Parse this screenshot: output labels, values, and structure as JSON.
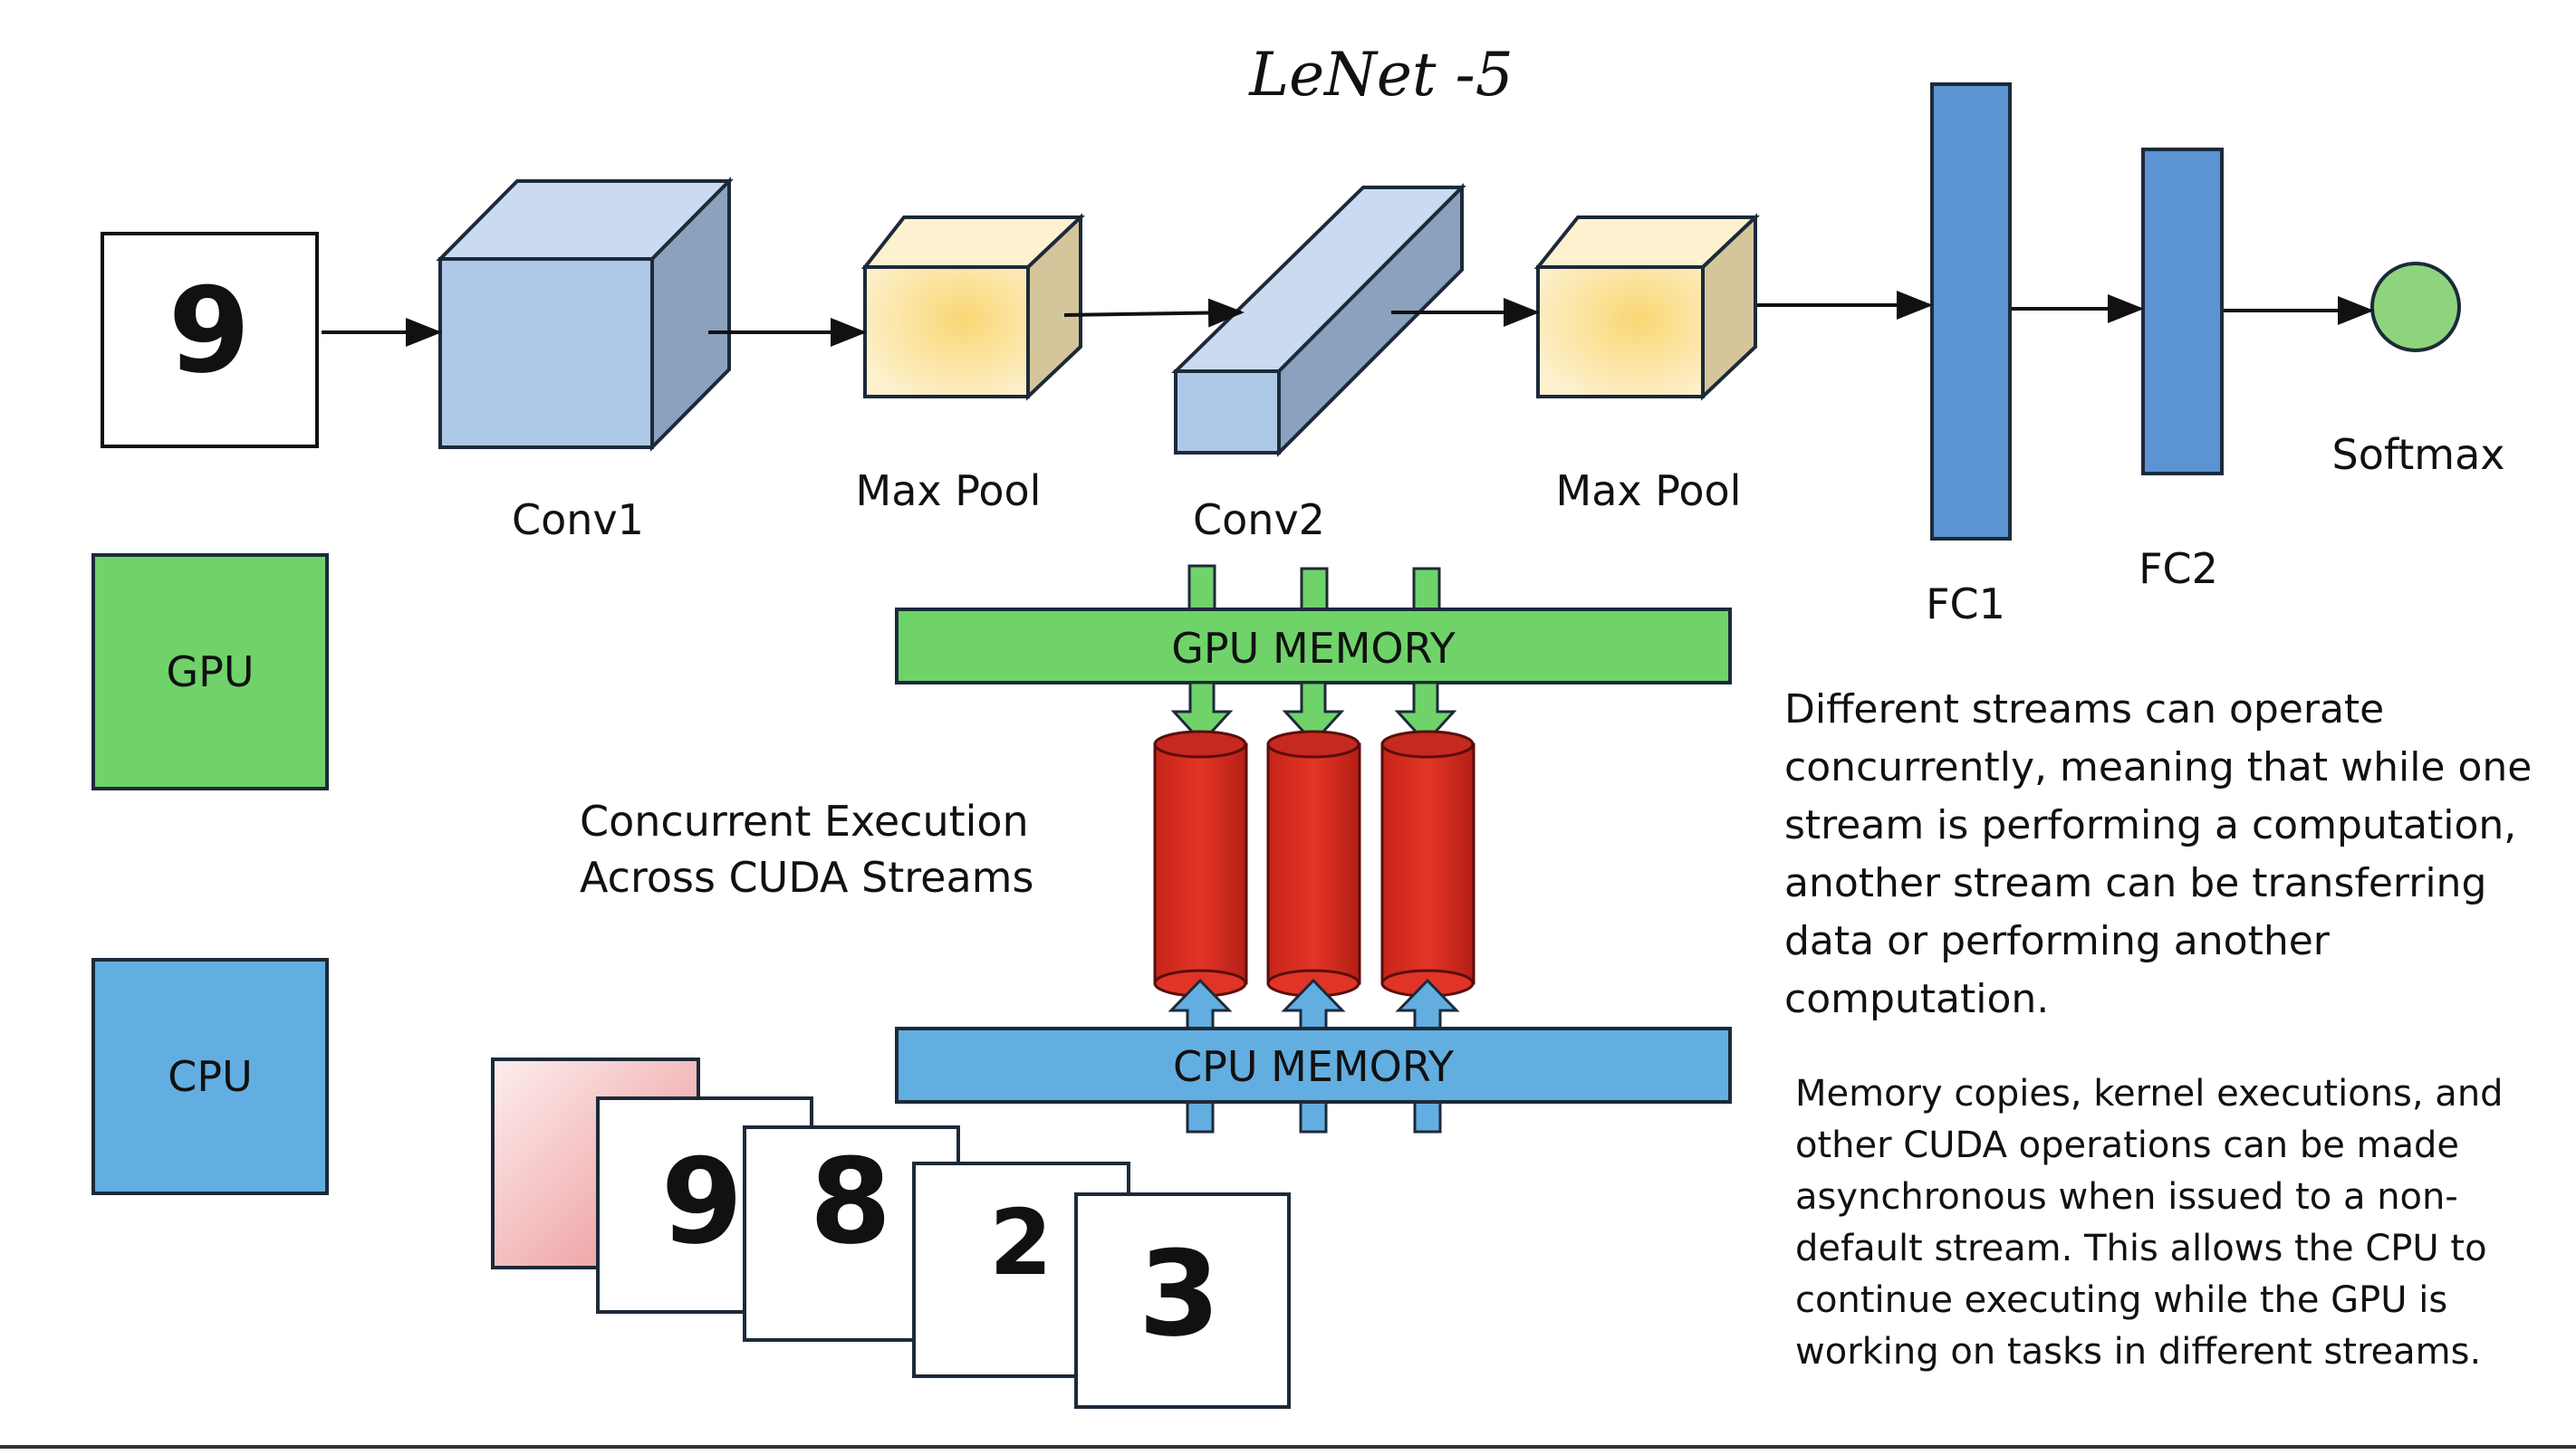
{
  "title": "LeNet -5",
  "input_digit": "9",
  "layers": {
    "conv1": "Conv1",
    "maxpool1": "Max Pool",
    "conv2": "Conv2",
    "maxpool2": "Max Pool",
    "fc1": "FC1",
    "fc2": "FC2",
    "softmax": "Softmax"
  },
  "legend": {
    "gpu": "GPU",
    "cpu": "CPU"
  },
  "memory": {
    "gpu": "GPU MEMORY",
    "cpu": "CPU MEMORY"
  },
  "streams_label_line1": "Concurrent Execution",
  "streams_label_line2": "Across CUDA Streams",
  "batch_digits": [
    "9",
    "8",
    "2",
    "3"
  ],
  "paragraph1": "Different streams can operate concurrently, meaning that while one stream is performing a computation, another stream can be transferring data or performing another computation.",
  "paragraph2": "Memory copies, kernel executions, and other CUDA operations can be made asynchronous when issued to a non-default stream. This allows the CPU to continue executing while the GPU is working on tasks in different streams.",
  "colors": {
    "conv": "#aec8e8",
    "pool": "#fdeab2",
    "fc": "#5b93d3",
    "softmax": "#8fd47d",
    "gpu": "#6fd36a",
    "cpu": "#63aee0",
    "stream": "#d52a20"
  }
}
